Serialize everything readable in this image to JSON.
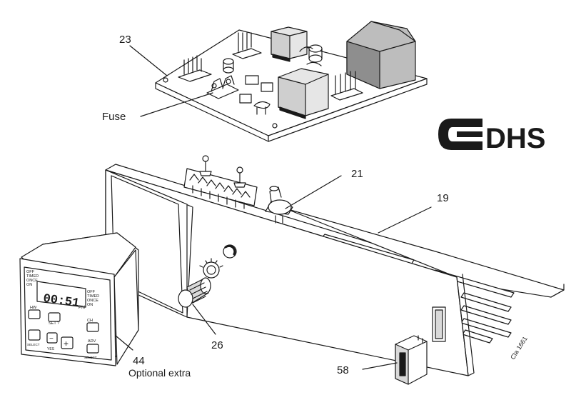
{
  "callouts": {
    "c23": "23",
    "fuse": "Fuse",
    "c21": "21",
    "c19": "19",
    "c26": "26",
    "c44": "44",
    "optional": "Optional extra",
    "c58": "58"
  },
  "logo": {
    "text": "DHS"
  },
  "figure_ref": "Cla 1661",
  "timer": {
    "display": "00:51",
    "ampm": "PM",
    "left_modes": [
      "OFF",
      "TIMED",
      "ONCE",
      "ON"
    ],
    "right_modes": [
      "OFF",
      "TIMED",
      "ONCE",
      "ON"
    ],
    "buttons": {
      "hw": "HW",
      "ch": "CH",
      "set": "SET ?",
      "adv": "ADV",
      "minus": "−",
      "plus": "+",
      "select_left": "SELECT",
      "yes": "YES",
      "select_right": "SELECT"
    }
  },
  "colors": {
    "ink": "#1a1a1a",
    "shade": "#9a9a9a",
    "light": "#d9d9d9"
  }
}
